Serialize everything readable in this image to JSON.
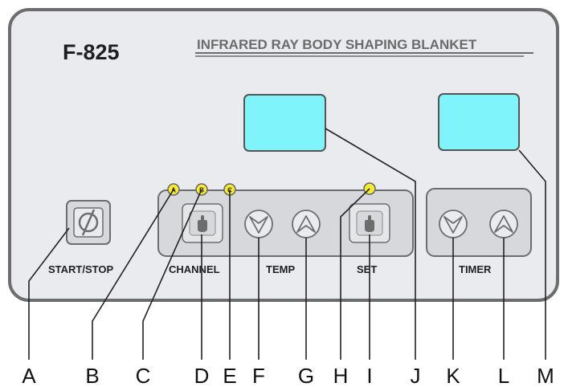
{
  "model": "F-825",
  "product_title": "INFRARED RAY BODY SHAPING BLANKET",
  "buttons": {
    "start_stop": "START/STOP",
    "channel": "CHANNEL",
    "temp": "TEMP",
    "set": "SET",
    "timer": "TIMER"
  },
  "indicators": [
    "A",
    "B",
    "C"
  ],
  "callouts": [
    "A",
    "B",
    "C",
    "D",
    "E",
    "F",
    "G",
    "H",
    "I",
    "J",
    "K",
    "L",
    "M"
  ],
  "colors": {
    "panel": "#e9ebee",
    "panel_border": "#6d6d6d",
    "display": "#7ff5fb",
    "led_yellow": "#f7ea35",
    "button_group": "#d6d8db"
  }
}
